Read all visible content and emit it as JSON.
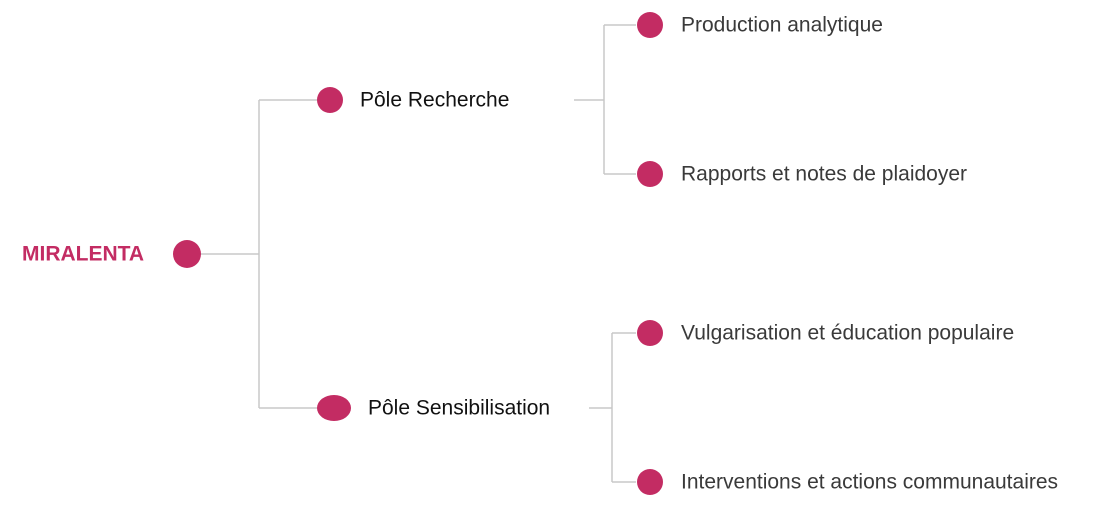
{
  "colors": {
    "accent": "#C32C63",
    "connector": "#C8C8C8",
    "branch_text": "#111111",
    "leaf_text": "#3A3A3A"
  },
  "root": {
    "label": "MIRALENTA"
  },
  "branches": [
    {
      "label": "Pôle Recherche",
      "children": [
        {
          "label": "Production analytique"
        },
        {
          "label": "Rapports et notes de plaidoyer"
        }
      ]
    },
    {
      "label": "Pôle Sensibilisation",
      "children": [
        {
          "label": "Vulgarisation et éducation populaire"
        },
        {
          "label": "Interventions et actions communautaires"
        }
      ]
    }
  ]
}
